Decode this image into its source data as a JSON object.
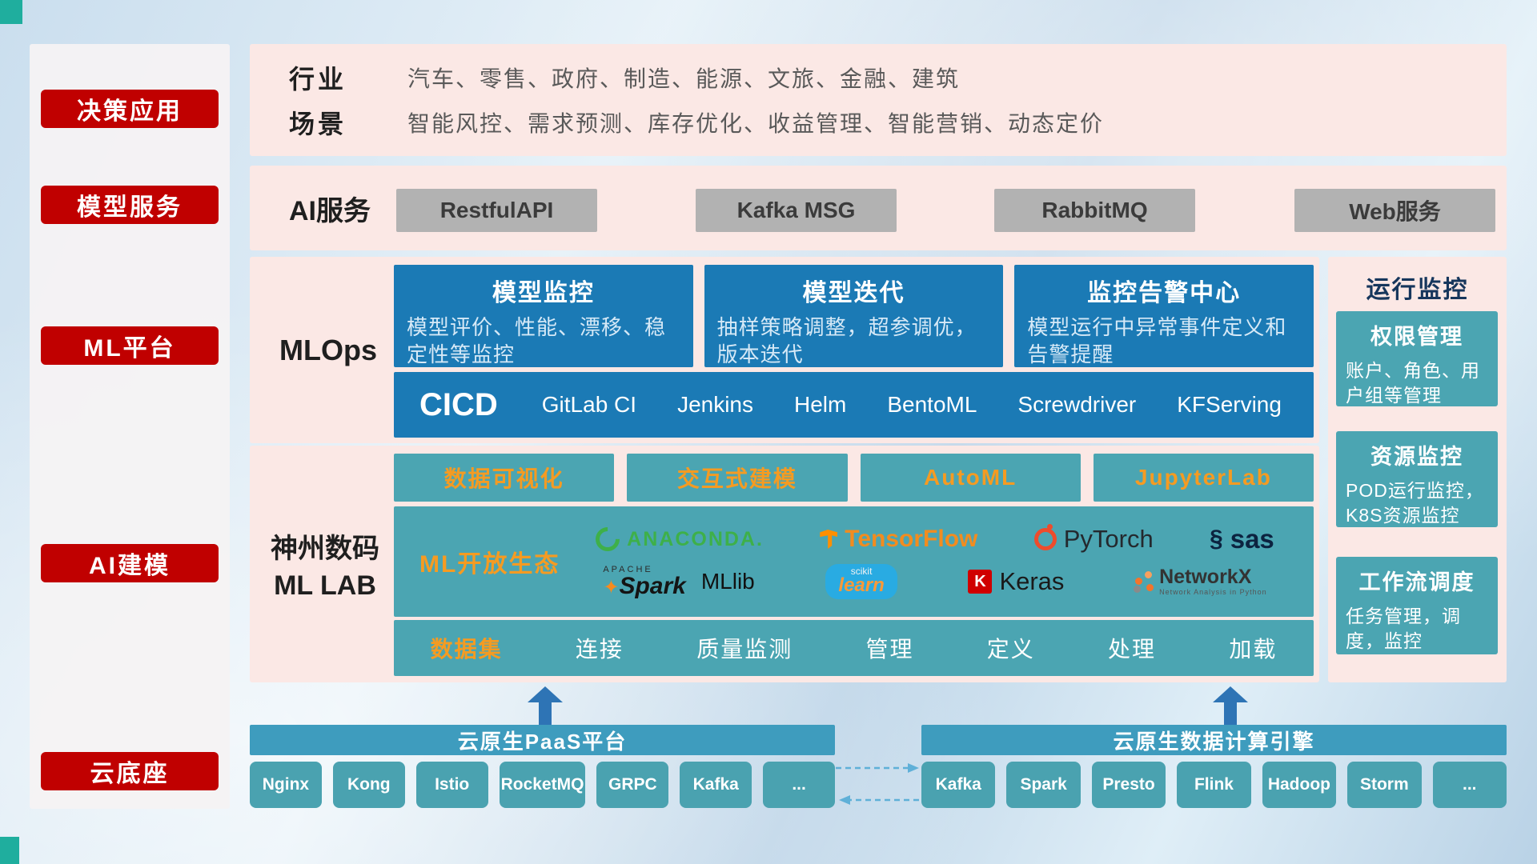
{
  "sidebar": {
    "items": [
      "决策应用",
      "模型服务",
      "ML平台",
      "AI建模",
      "云底座"
    ]
  },
  "industry": {
    "label": "行业",
    "value": "汽车、零售、政府、制造、能源、文旅、金融、建筑"
  },
  "scene": {
    "label": "场景",
    "value": "智能风控、需求预测、库存优化、收益管理、智能营销、动态定价"
  },
  "ai_service": {
    "label": "AI服务",
    "buttons": [
      "RestfulAPI",
      "Kafka MSG",
      "RabbitMQ",
      "Web服务"
    ]
  },
  "mlops": {
    "label": "MLOps",
    "cards": [
      {
        "title": "模型监控",
        "desc": "模型评价、性能、漂移、稳定性等监控"
      },
      {
        "title": "模型迭代",
        "desc": "抽样策略调整，超参调优，版本迭代"
      },
      {
        "title": "监控告警中心",
        "desc": "模型运行中异常事件定义和告警提醒"
      }
    ],
    "cicd_label": "CICD",
    "cicd_items": [
      "GitLab CI",
      "Jenkins",
      "Helm",
      "BentoML",
      "Screwdriver",
      "KFServing"
    ]
  },
  "mllab": {
    "label_line1": "神州数码",
    "label_line2": "ML LAB",
    "tools": [
      "数据可视化",
      "交互式建模",
      "AutoML",
      "JupyterLab"
    ],
    "ecosystem_label": "ML开放生态",
    "logos": {
      "anaconda": "ANACONDA.",
      "tensorflow": "TensorFlow",
      "pytorch": "PyTorch",
      "sas_swirl": "§",
      "sas": "sas",
      "spark_top": "APACHE",
      "spark_star": "✦",
      "spark": "Spark",
      "mllib": "MLlib",
      "scikit_top": "scikit",
      "scikit": "learn",
      "keras_icon": "K",
      "keras": "Keras",
      "networkx": "NetworkX",
      "networkx_sub": "Network Analysis in Python"
    },
    "data_items": [
      "数据集",
      "连接",
      "质量监测",
      "管理",
      "定义",
      "处理",
      "加载"
    ]
  },
  "monitoring": {
    "title": "运行监控",
    "cards": [
      {
        "title": "权限管理",
        "desc": "账户、角色、用户组等管理"
      },
      {
        "title": "资源监控",
        "desc": "POD运行监控，K8S资源监控"
      },
      {
        "title": "工作流调度",
        "desc": "任务管理，调度，监控"
      }
    ]
  },
  "foundation": {
    "paas_title": "云原生PaaS平台",
    "paas_items": [
      "Nginx",
      "Kong",
      "Istio",
      "RocketMQ",
      "GRPC",
      "Kafka",
      "..."
    ],
    "engine_title": "云原生数据计算引擎",
    "engine_items": [
      "Kafka",
      "Spark",
      "Presto",
      "Flink",
      "Hadoop",
      "Storm",
      "..."
    ]
  },
  "colors": {
    "red": "#c00000",
    "pink_panel": "#fbe8e5",
    "blue_card": "#1b7ab5",
    "teal_card": "#4ba5b2",
    "header_bar": "#3e9cbe",
    "orange_text": "#f59b22",
    "arrow_blue": "#2e74b5"
  }
}
